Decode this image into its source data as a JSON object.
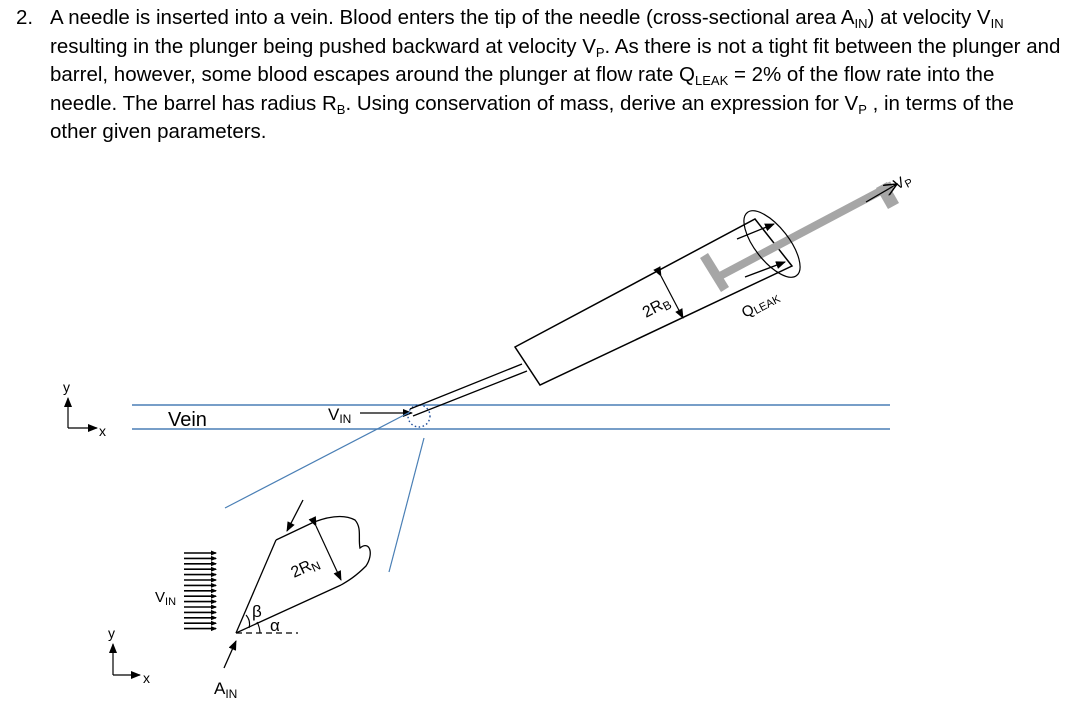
{
  "problem": {
    "number": "2.",
    "t1": "A needle is inserted into a vein.  Blood enters the tip of the needle (cross-sectional area A",
    "sub_in_1": "IN",
    "t2": ") at velocity V",
    "sub_in_2": "IN",
    "t3": " resulting in the plunger being pushed backward at velocity V",
    "sub_p_1": "P",
    "t4": ".  As there is not a tight fit between the plunger and barrel, however, some blood escapes around the plunger at flow rate Q",
    "sub_leak": "LEAK",
    "t5": " =  2% of the flow rate into the needle.  The barrel has radius R",
    "sub_b": "B",
    "t6": ".  Using conservation of mass, derive an expression for V",
    "sub_p_2": "P",
    "t7": " , in terms of the other given parameters."
  },
  "diagram": {
    "axis_x": "x",
    "axis_y": "y",
    "vein_label": "Vein",
    "v_main": "V",
    "v_sub": "IN",
    "vp_main": "V",
    "vp_sub": "P",
    "rb_main": "2R",
    "rb_sub": "B",
    "leak_main": "Q",
    "leak_sub": "LEAK",
    "rn_main": "2R",
    "rn_sub": "N",
    "beta": "β",
    "alpha": "α",
    "ain_main": "A",
    "ain_sub": "IN",
    "colors": {
      "vein_line": "#4a7fb5",
      "plunger": "#a6a6a6",
      "ink": "#000000"
    }
  }
}
